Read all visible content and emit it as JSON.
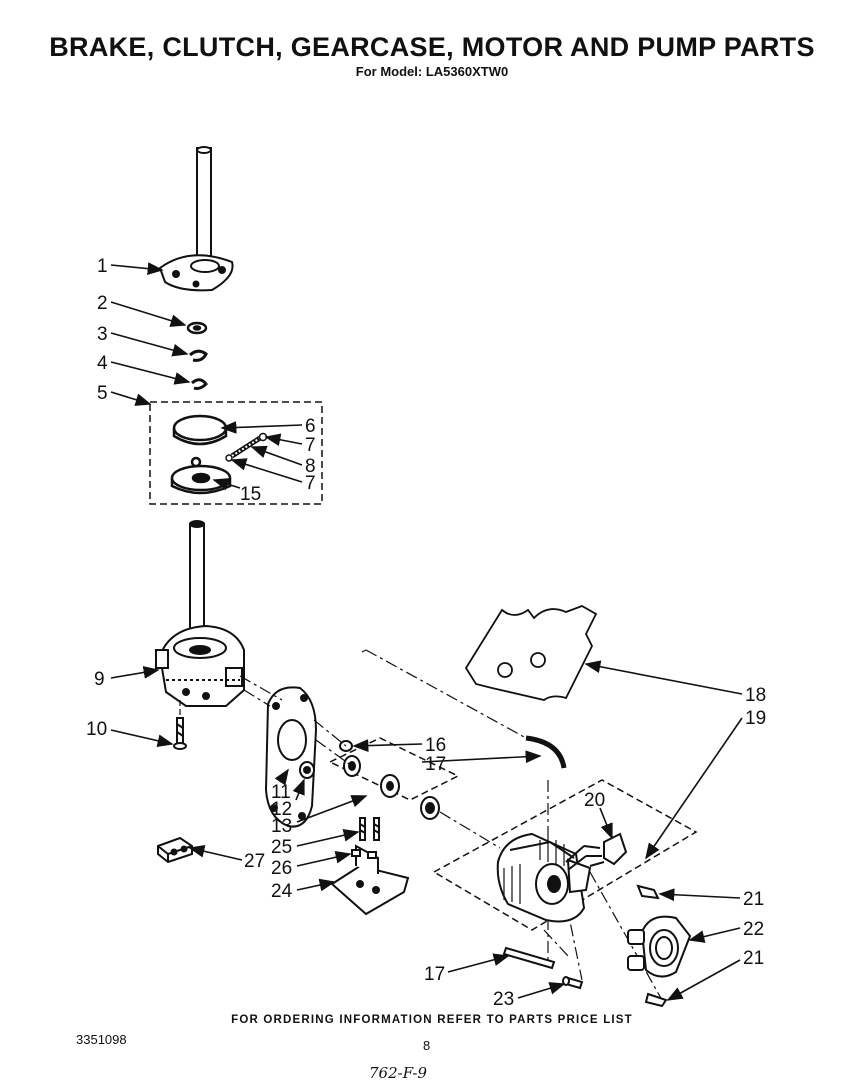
{
  "header": {
    "title": "BRAKE, CLUTCH, GEARCASE, MOTOR AND PUMP PARTS",
    "model": "For Model: LA5360XTW0"
  },
  "footer": {
    "ordering_note": "FOR ORDERING INFORMATION REFER TO PARTS PRICE LIST",
    "document_number": "3351098",
    "page_number": "8",
    "handwritten_code": "762-F-9"
  },
  "callouts": {
    "c1": "1",
    "c2": "2",
    "c3": "3",
    "c4": "4",
    "c5": "5",
    "c6": "6",
    "c7a": "7",
    "c8": "8",
    "c7b": "7",
    "c15": "15",
    "c9": "9",
    "c10": "10",
    "c11": "11",
    "c12": "12",
    "c13": "13",
    "c16": "16",
    "c17a": "17",
    "c18": "18",
    "c19": "19",
    "c20": "20",
    "c21a": "21",
    "c22": "22",
    "c21b": "21",
    "c17b": "17",
    "c23": "23",
    "c25": "25",
    "c26": "26",
    "c24": "24",
    "c27": "27"
  }
}
